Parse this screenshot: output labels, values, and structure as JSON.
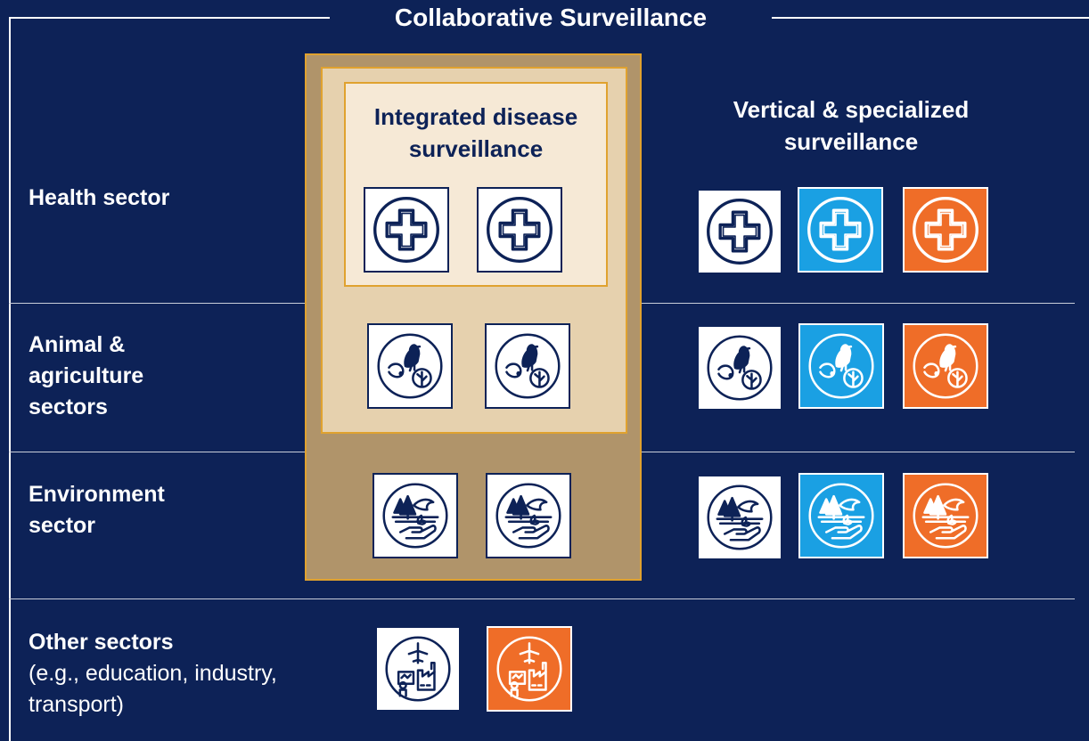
{
  "title": "Collaborative Surveillance",
  "columns": {
    "integrated": "Integrated disease surveillance",
    "vertical": "Vertical & specialized surveillance"
  },
  "rows": {
    "health": {
      "label": "Health sector"
    },
    "animal": {
      "label": "Animal & agriculture sectors"
    },
    "environment": {
      "label": "Environment sector"
    },
    "other": {
      "label": "Other sectors",
      "sublabel": "(e.g., education, industry, transport)"
    }
  },
  "icons": {
    "health": "medical-cross-icon",
    "animal": "animal-plant-icon",
    "environment": "environment-icon",
    "other": "industry-transport-icon"
  },
  "colors": {
    "background": "#0d2257",
    "integrated_border": "#e0a22f",
    "tile_blue": "#1aa0e3",
    "tile_orange": "#ef6d28",
    "tile_white": "#ffffff"
  }
}
